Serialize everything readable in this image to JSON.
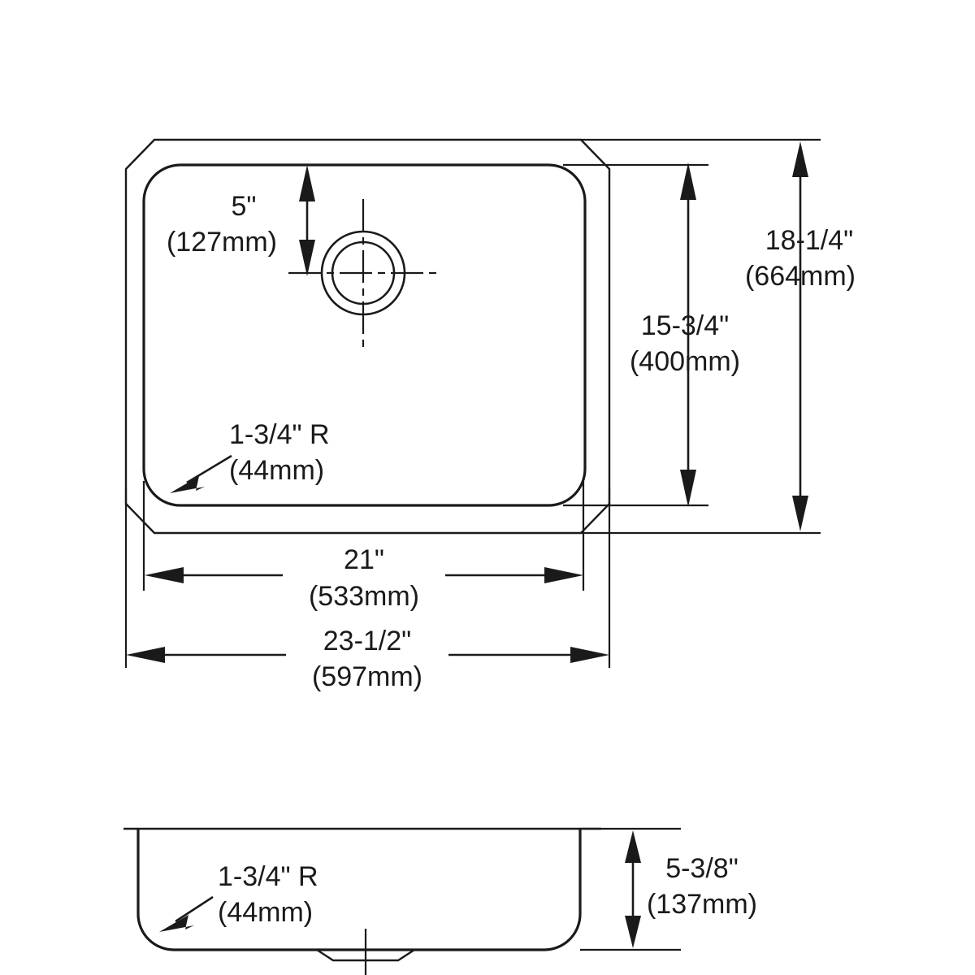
{
  "drawing": {
    "title": "Undermount Single Bowl Sink Specification Drawing",
    "line_color": "#1a1a1a",
    "background_color": "#ffffff",
    "views": {
      "top": {
        "label": "top-view"
      },
      "section": {
        "label": "section-view"
      }
    }
  },
  "dimensions": {
    "drain_offset": {
      "imperial": "5\"",
      "metric": "(127mm)"
    },
    "bowl_depth_front_back": {
      "imperial": "15-3/4\"",
      "metric": "(400mm)"
    },
    "overall_front_back": {
      "imperial": "18-1/4\"",
      "metric": "(664mm)"
    },
    "bowl_width": {
      "imperial": "21\"",
      "metric": "(533mm)"
    },
    "overall_width": {
      "imperial": "23-1/2\"",
      "metric": "(597mm)"
    },
    "corner_radius_top": {
      "imperial": "1-3/4\" R",
      "metric": "(44mm)"
    },
    "corner_radius_section": {
      "imperial": "1-3/4\" R",
      "metric": "(44mm)"
    },
    "bowl_depth": {
      "imperial": "5-3/8\"",
      "metric": "(137mm)"
    }
  },
  "header_fragment": {
    "text": ""
  }
}
